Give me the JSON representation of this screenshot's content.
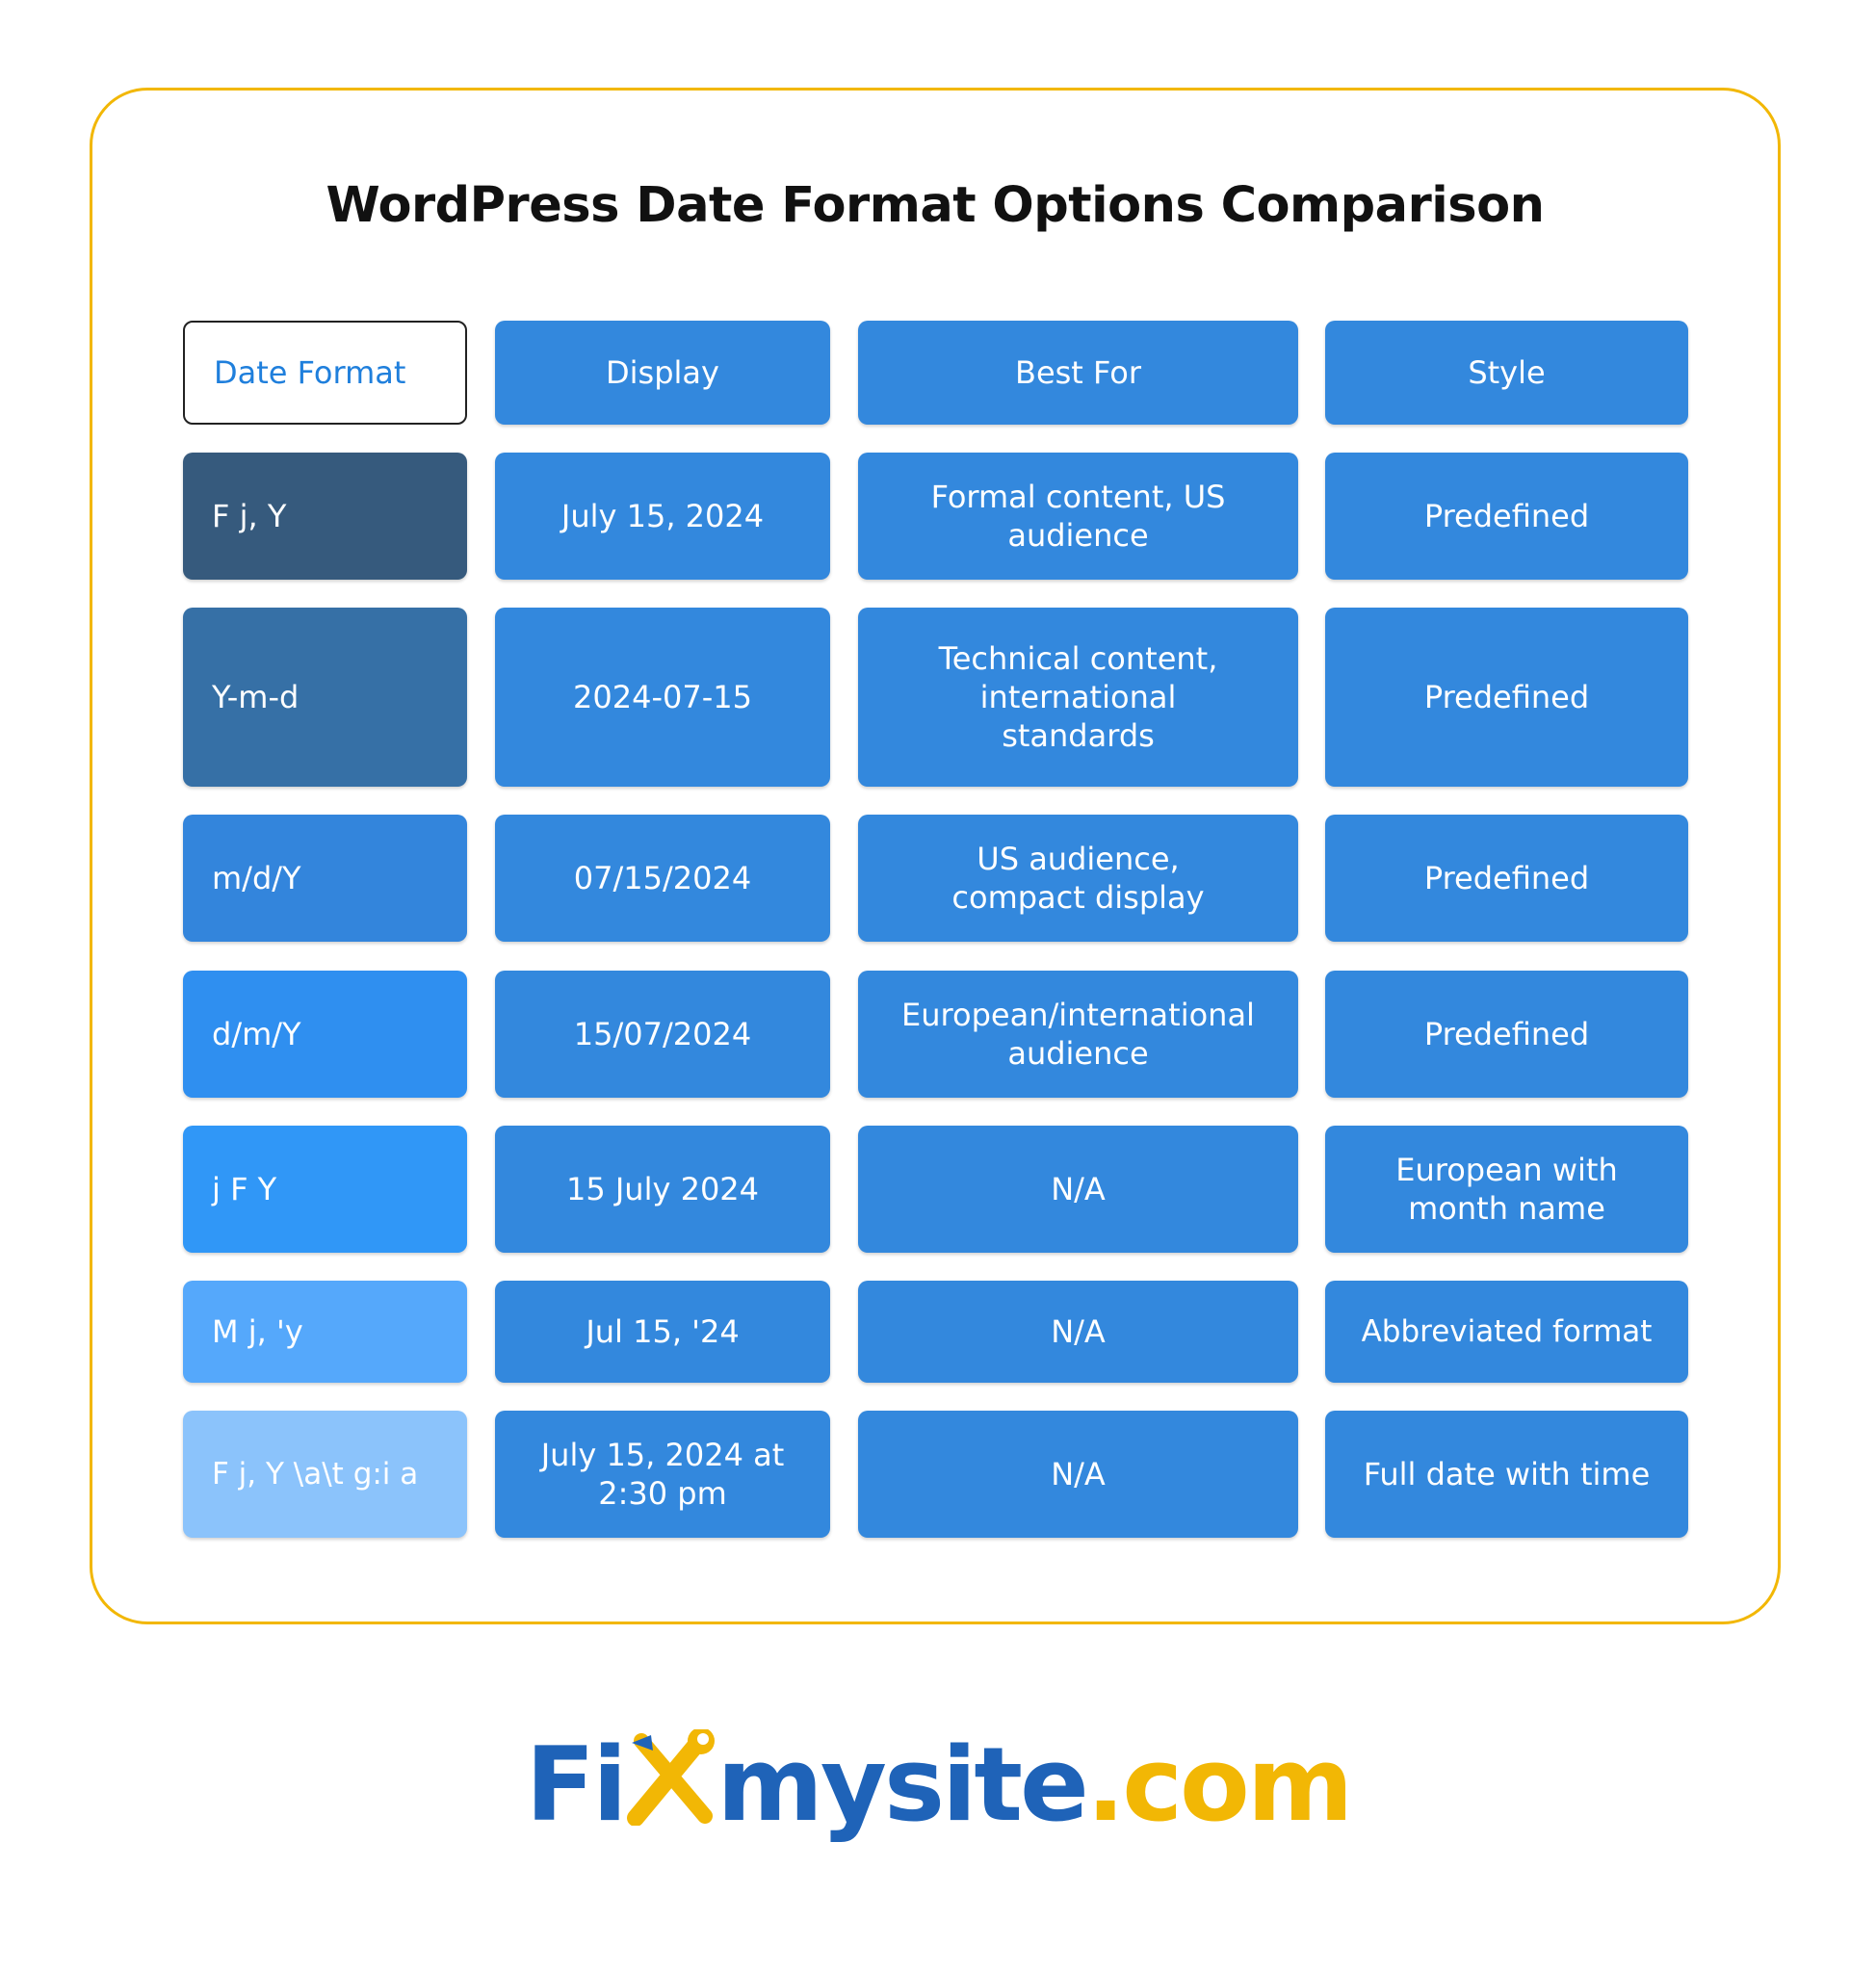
{
  "title": "WordPress Date Format Options Comparison",
  "header": {
    "date_format": "Date Format",
    "display": "Display",
    "best_for": "Best For",
    "style": "Style"
  },
  "rows": [
    {
      "format": "F j, Y",
      "display": "July 15, 2024",
      "best_for": "Formal content, US audience",
      "style": "Predefined",
      "format_color": "#365a7d"
    },
    {
      "format": "Y-m-d",
      "display": "2024-07-15",
      "best_for": "Technical content, international standards",
      "style": "Predefined",
      "format_color": "#3670a6"
    },
    {
      "format": "m/d/Y",
      "display": "07/15/2024",
      "best_for": "US audience, compact display",
      "style": "Predefined",
      "format_color": "#3385dc"
    },
    {
      "format": "d/m/Y",
      "display": "15/07/2024",
      "best_for": "European/international audience",
      "style": "Predefined",
      "format_color": "#2f8ff0"
    },
    {
      "format": "j F Y",
      "display": "15 July 2024",
      "best_for": "N/A",
      "style": "European with month name",
      "format_color": "#3097f7"
    },
    {
      "format": "M j, 'y",
      "display": "Jul 15, '24",
      "best_for": "N/A",
      "style": "Abbreviated format",
      "format_color": "#55a8fb"
    },
    {
      "format": "F j, Y \\a\\t g:i a",
      "display": "July 15, 2024 at 2:30 pm",
      "best_for": "N/A",
      "style": "Full date with time",
      "format_color": "#8bc3fb"
    }
  ],
  "logo": {
    "part1": "Fi",
    "part2": "mysite",
    "part3": ".com"
  },
  "colors": {
    "accent_border": "#f2b705",
    "cell_blue": "#3388dd",
    "logo_blue": "#1f63b8",
    "logo_gold": "#f2b705"
  }
}
